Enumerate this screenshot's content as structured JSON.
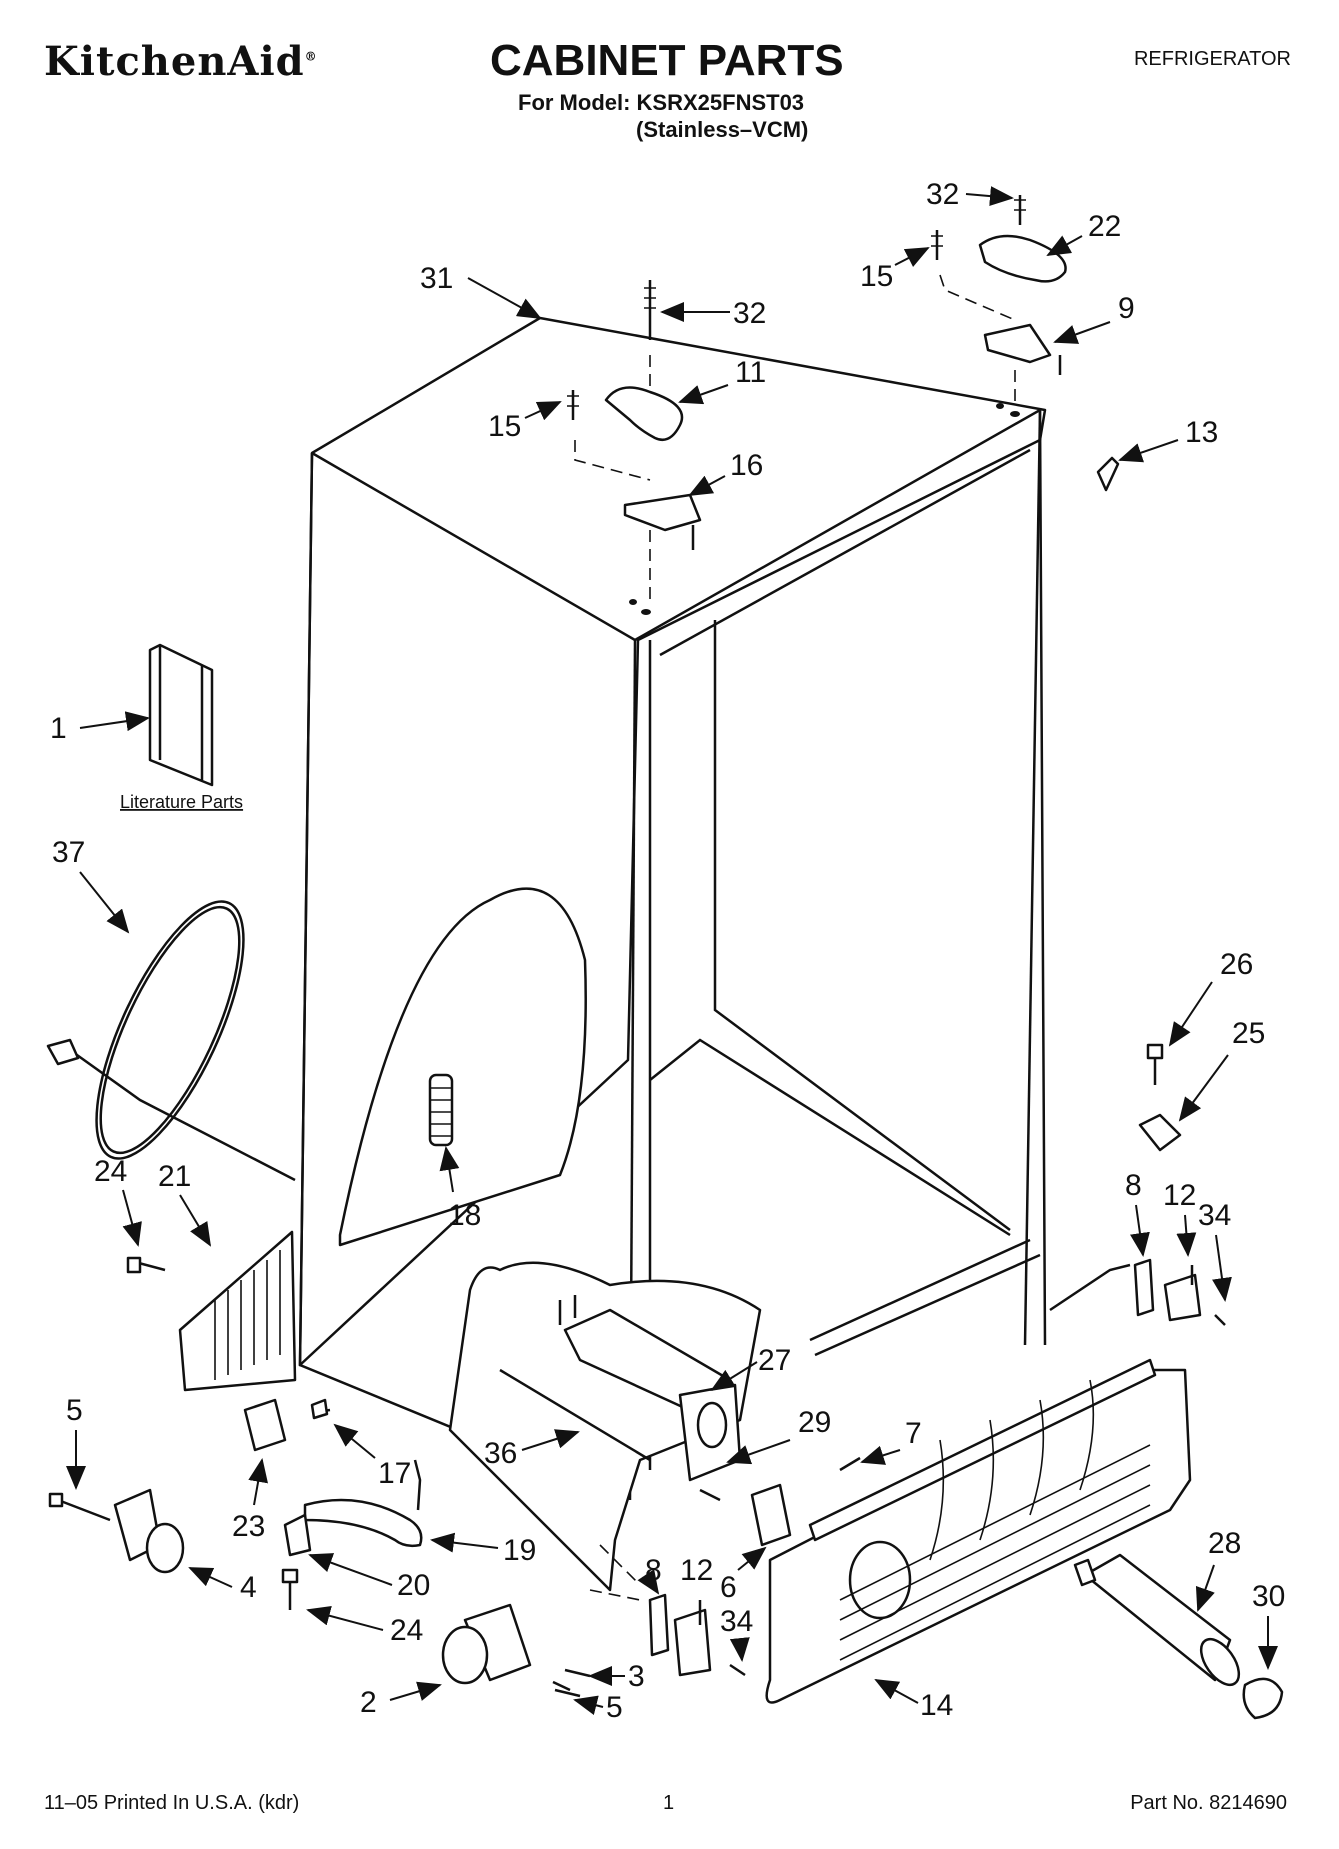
{
  "header": {
    "brand": "KitchenAid",
    "brand_mark": "®",
    "title": "CABINET PARTS",
    "model_line": "For Model: KSRX25FNST03",
    "variant_line": "(Stainless–VCM)",
    "category": "REFRIGERATOR"
  },
  "diagram": {
    "literature_label": "Literature Parts",
    "callouts": [
      {
        "id": "c1",
        "label": "1"
      },
      {
        "id": "c2",
        "label": "2"
      },
      {
        "id": "c3",
        "label": "3"
      },
      {
        "id": "c4",
        "label": "4"
      },
      {
        "id": "c5a",
        "label": "5"
      },
      {
        "id": "c5b",
        "label": "5"
      },
      {
        "id": "c6",
        "label": "6"
      },
      {
        "id": "c7",
        "label": "7"
      },
      {
        "id": "c8a",
        "label": "8"
      },
      {
        "id": "c8b",
        "label": "8"
      },
      {
        "id": "c9",
        "label": "9"
      },
      {
        "id": "c11",
        "label": "11"
      },
      {
        "id": "c12a",
        "label": "12"
      },
      {
        "id": "c12b",
        "label": "12"
      },
      {
        "id": "c13",
        "label": "13"
      },
      {
        "id": "c14",
        "label": "14"
      },
      {
        "id": "c15a",
        "label": "15"
      },
      {
        "id": "c15b",
        "label": "15"
      },
      {
        "id": "c16",
        "label": "16"
      },
      {
        "id": "c17",
        "label": "17"
      },
      {
        "id": "c18",
        "label": "18"
      },
      {
        "id": "c19",
        "label": "19"
      },
      {
        "id": "c20",
        "label": "20"
      },
      {
        "id": "c21",
        "label": "21"
      },
      {
        "id": "c22",
        "label": "22"
      },
      {
        "id": "c23",
        "label": "23"
      },
      {
        "id": "c24a",
        "label": "24"
      },
      {
        "id": "c24b",
        "label": "24"
      },
      {
        "id": "c25",
        "label": "25"
      },
      {
        "id": "c26",
        "label": "26"
      },
      {
        "id": "c27",
        "label": "27"
      },
      {
        "id": "c28",
        "label": "28"
      },
      {
        "id": "c29",
        "label": "29"
      },
      {
        "id": "c30",
        "label": "30"
      },
      {
        "id": "c31",
        "label": "31"
      },
      {
        "id": "c32a",
        "label": "32"
      },
      {
        "id": "c32b",
        "label": "32"
      },
      {
        "id": "c34a",
        "label": "34"
      },
      {
        "id": "c34b",
        "label": "34"
      },
      {
        "id": "c36",
        "label": "36"
      },
      {
        "id": "c37",
        "label": "37"
      }
    ]
  },
  "footer": {
    "print_info": "11–05 Printed In U.S.A. (kdr)",
    "page_number": "1",
    "part_number": "Part No. 8214690"
  }
}
